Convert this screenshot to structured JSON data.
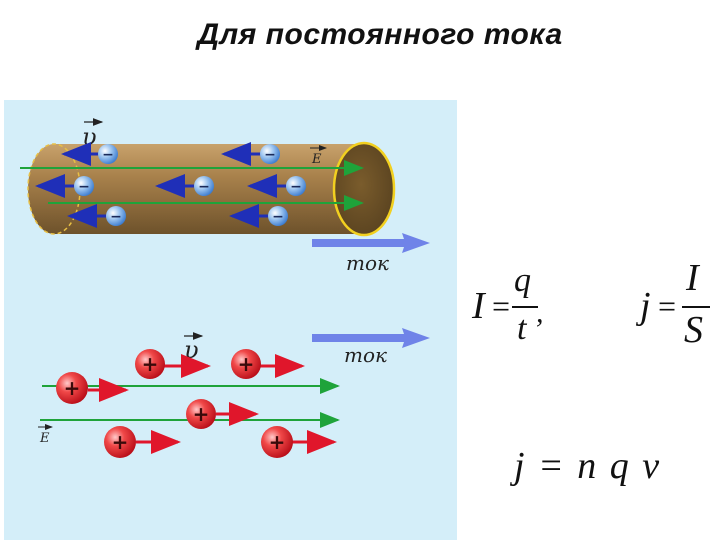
{
  "title": "Для постоянного тока",
  "diagram": {
    "top": {
      "v_label": "υ",
      "e_label": "E",
      "current_label": "ток",
      "charge_sign": "−"
    },
    "bottom": {
      "v_label": "υ",
      "e_label": "E",
      "current_label": "ток",
      "charge_sign": "+"
    }
  },
  "formulas": {
    "f1": {
      "lhs": "I",
      "eq": "=",
      "num": "q",
      "den": "t",
      "comma": ","
    },
    "f2": {
      "lhs": "j",
      "eq": "=",
      "num": "I",
      "den": "S"
    },
    "f3": {
      "text": "j = n q v"
    }
  },
  "colors": {
    "panel_bg": "#d4eef9",
    "conductor": "#9c7a45",
    "field_line": "#1fa33a",
    "electron_arrow": "#1f2fb8",
    "ion_arrow": "#e0162b",
    "current_arrow": "#6f83e8"
  }
}
